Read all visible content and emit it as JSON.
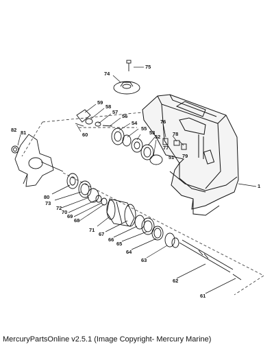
{
  "caption": "MercuryPartsOnline v2.5.1 (Image Copyright- Mercury Marine)",
  "callouts": [
    {
      "id": "p1",
      "label": "1"
    },
    {
      "id": "p51",
      "label": "51"
    },
    {
      "id": "p52",
      "label": "52"
    },
    {
      "id": "p53",
      "label": "53"
    },
    {
      "id": "p54",
      "label": "54"
    },
    {
      "id": "p55",
      "label": "55"
    },
    {
      "id": "p56",
      "label": "56"
    },
    {
      "id": "p57",
      "label": "57"
    },
    {
      "id": "p58",
      "label": "58"
    },
    {
      "id": "p59",
      "label": "59"
    },
    {
      "id": "p60",
      "label": "60"
    },
    {
      "id": "p61",
      "label": "61"
    },
    {
      "id": "p62",
      "label": "62"
    },
    {
      "id": "p63",
      "label": "63"
    },
    {
      "id": "p64",
      "label": "64"
    },
    {
      "id": "p65",
      "label": "65"
    },
    {
      "id": "p66",
      "label": "66"
    },
    {
      "id": "p67",
      "label": "67"
    },
    {
      "id": "p68",
      "label": "68"
    },
    {
      "id": "p69",
      "label": "69"
    },
    {
      "id": "p70",
      "label": "70"
    },
    {
      "id": "p71",
      "label": "71"
    },
    {
      "id": "p72",
      "label": "72"
    },
    {
      "id": "p73",
      "label": "73"
    },
    {
      "id": "p74",
      "label": "74"
    },
    {
      "id": "p75",
      "label": "75"
    },
    {
      "id": "p76",
      "label": "76"
    },
    {
      "id": "p77",
      "label": "77"
    },
    {
      "id": "p78",
      "label": "78"
    },
    {
      "id": "p79",
      "label": "79"
    },
    {
      "id": "p80",
      "label": "80"
    },
    {
      "id": "p81",
      "label": "81"
    },
    {
      "id": "p82",
      "label": "82"
    }
  ]
}
